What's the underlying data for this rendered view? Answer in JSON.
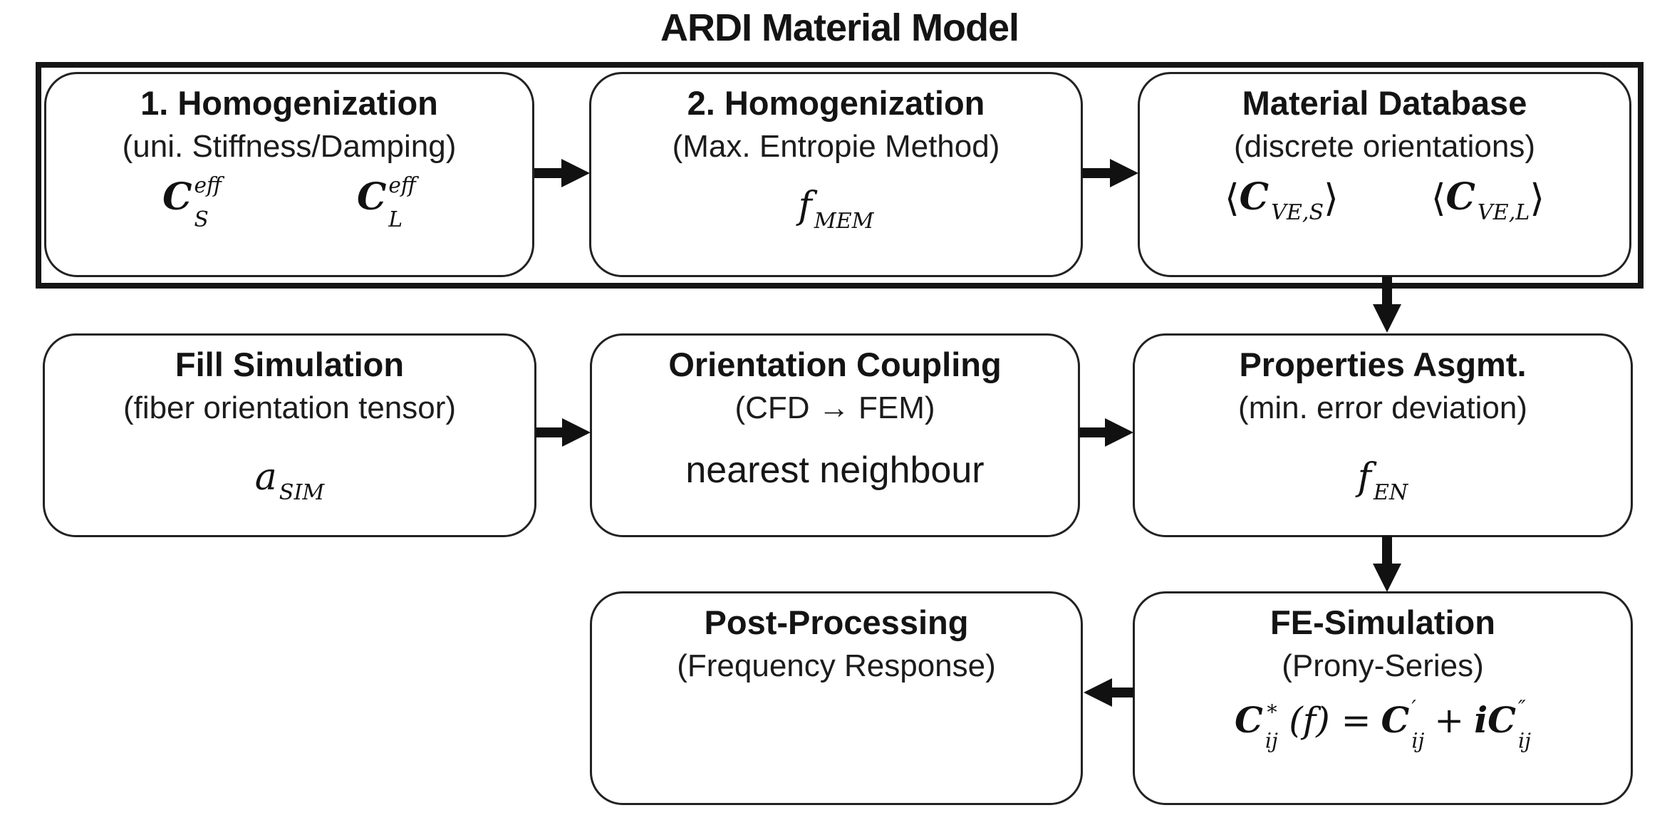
{
  "title": "ARDI Material Model",
  "colors": {
    "ink": "#111111",
    "paper": "#ffffff"
  },
  "icons": {
    "flow-arrow-right": "css-triangle-right",
    "flow-arrow-left": "css-triangle-left",
    "flow-arrow-down": "css-triangle-down"
  },
  "boxes": {
    "hom1": {
      "title": "1. Homogenization",
      "subtitle": "(uni. Stiffness/Damping)",
      "math1": {
        "base": "C",
        "sup": "eff",
        "sub": "S"
      },
      "math2": {
        "base": "C",
        "sup": "eff",
        "sub": "L"
      }
    },
    "hom2": {
      "title": "2. Homogenization",
      "subtitle": "(Max. Entropie Method)",
      "math1": {
        "base": "f",
        "sub": "MEM"
      }
    },
    "matdb": {
      "title": "Material Database",
      "subtitle": "(discrete orientations)",
      "math1": {
        "open": "⟨",
        "base": "C",
        "sub": "VE,S",
        "close": "⟩"
      },
      "math2": {
        "open": "⟨",
        "base": "C",
        "sub": "VE,L",
        "close": "⟩"
      }
    },
    "fill": {
      "title": "Fill Simulation",
      "subtitle": "(fiber orientation tensor)",
      "math1": {
        "base": "a",
        "sub": "SIM"
      }
    },
    "orient": {
      "title": "Orientation Coupling",
      "subtitle": "(CFD → FEM)",
      "note": "nearest neighbour"
    },
    "props": {
      "title": "Properties Asgmt.",
      "subtitle": "(min. error deviation)",
      "math1": {
        "base": "f",
        "sub": "EN"
      }
    },
    "post": {
      "title": "Post-Processing",
      "subtitle": "(Frequency Response)"
    },
    "fesim": {
      "title": "FE-Simulation",
      "subtitle": "(Prony-Series)",
      "formula": {
        "t1": {
          "base": "C",
          "sup": "∗",
          "sub": "ij"
        },
        "mid1": "(f) =",
        "t2": {
          "base": "C",
          "sup": "′",
          "sub": "ij"
        },
        "mid2": "+",
        "t3": {
          "base": "iC",
          "sup": "″",
          "sub": "ij"
        }
      }
    }
  }
}
